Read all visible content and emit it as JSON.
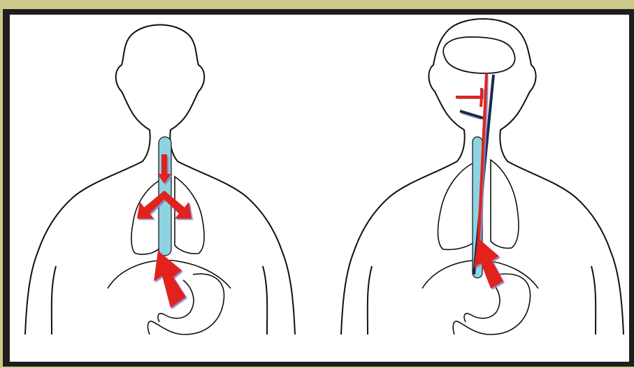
{
  "diagram": {
    "panels": [
      {
        "name": "left-figure",
        "description_icons": [
          "body-outline",
          "lungs",
          "stomach",
          "esophagus-tube",
          "red-arrows"
        ]
      },
      {
        "name": "right-figure",
        "description_icons": [
          "body-outline",
          "brain",
          "lungs",
          "stomach",
          "esophagus-tube",
          "red-line",
          "navy-line",
          "red-arrow"
        ]
      }
    ],
    "colors": {
      "background": "#cdc989",
      "border": "#1e1e1e",
      "panel": "#ffffff",
      "outline": "#111111",
      "tube": "#8fd3e3",
      "arrow_red": "#e2231a",
      "arrow_shadow": "#7f86c8",
      "navy": "#1b2a4a"
    }
  }
}
